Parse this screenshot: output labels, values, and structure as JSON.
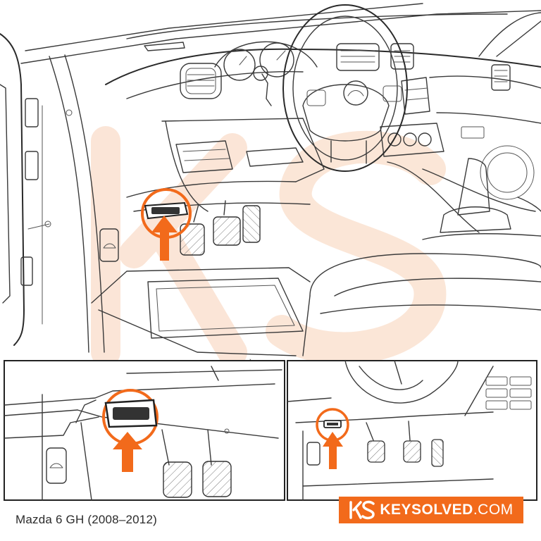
{
  "caption": "Mazda 6 GH (2008–2012)",
  "brand": {
    "name": "KEYSOLVED",
    "domain": ".COM",
    "logo_letters": "KS",
    "color": "#F26A1B"
  },
  "colors": {
    "accent": "#F26A1B",
    "watermark": "#FBE3D3",
    "line": "#3A3A3A"
  },
  "panels": [
    {
      "id": "main",
      "view": "driver footwell, door open"
    },
    {
      "id": "inset-left",
      "view": "OBD port close-up above pedals"
    },
    {
      "id": "inset-right",
      "view": "wide view under steering column"
    }
  ],
  "icons": [
    "obd-port-icon",
    "arrow-up-icon",
    "hood-release-icon",
    "mazda-logo-icon"
  ]
}
